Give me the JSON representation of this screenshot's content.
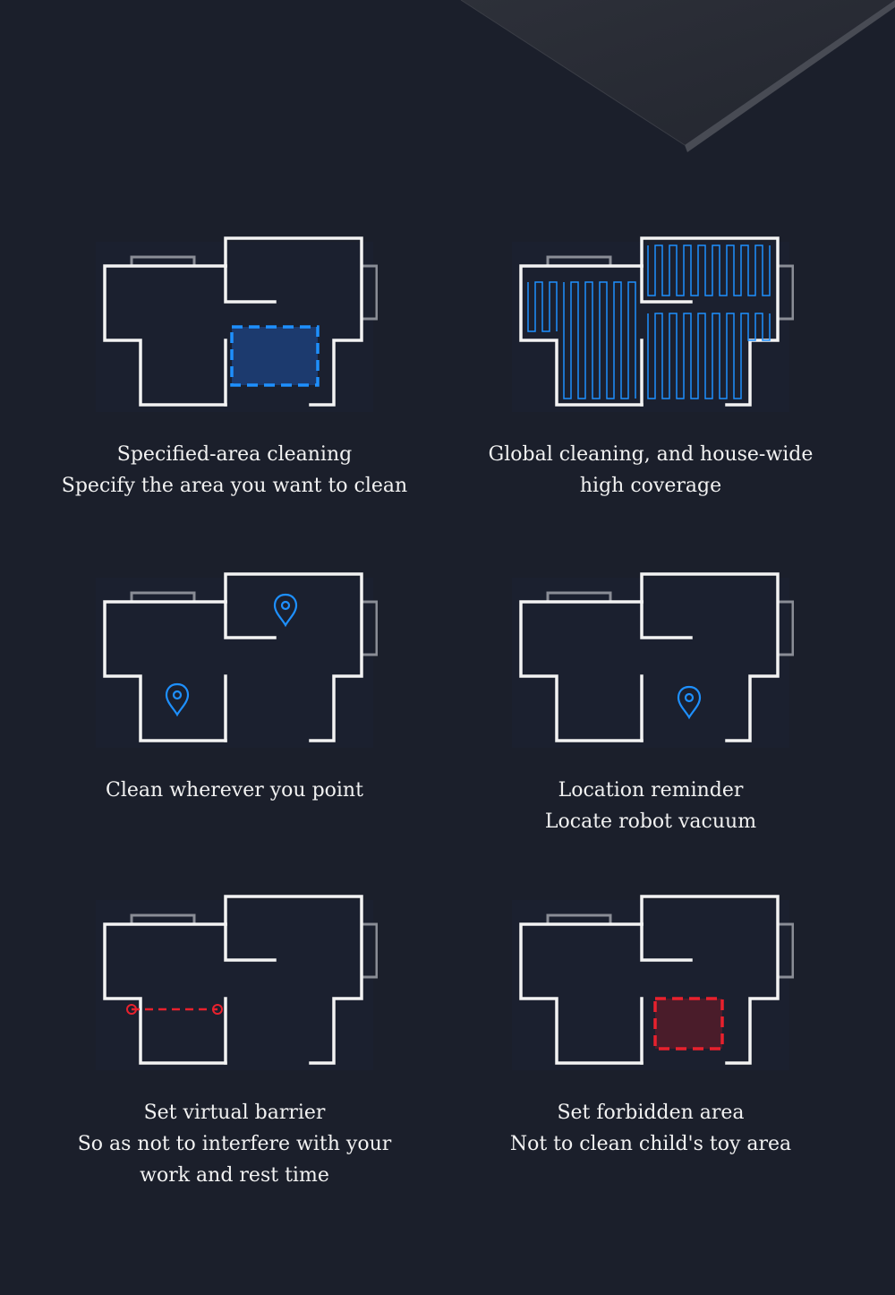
{
  "colors": {
    "background": "#1b1f2b",
    "wall": "#f3f3f3",
    "accent_blue": "#1e90ff",
    "accent_red": "#e8212d"
  },
  "features": [
    {
      "icon": "specified-area-icon",
      "lines": [
        "Specified-area cleaning",
        "Specify the area you want to clean"
      ]
    },
    {
      "icon": "global-cleaning-icon",
      "lines": [
        "Global cleaning, and house-wide",
        "high coverage"
      ]
    },
    {
      "icon": "point-clean-icon",
      "lines": [
        "Clean wherever you point"
      ]
    },
    {
      "icon": "location-reminder-icon",
      "lines": [
        "Location reminder",
        "Locate robot vacuum"
      ]
    },
    {
      "icon": "virtual-barrier-icon",
      "lines": [
        "Set virtual barrier",
        "So as not to interfere with your",
        "work and rest time"
      ]
    },
    {
      "icon": "forbidden-area-icon",
      "lines": [
        "Set forbidden area",
        "Not to clean child's toy area"
      ]
    }
  ]
}
